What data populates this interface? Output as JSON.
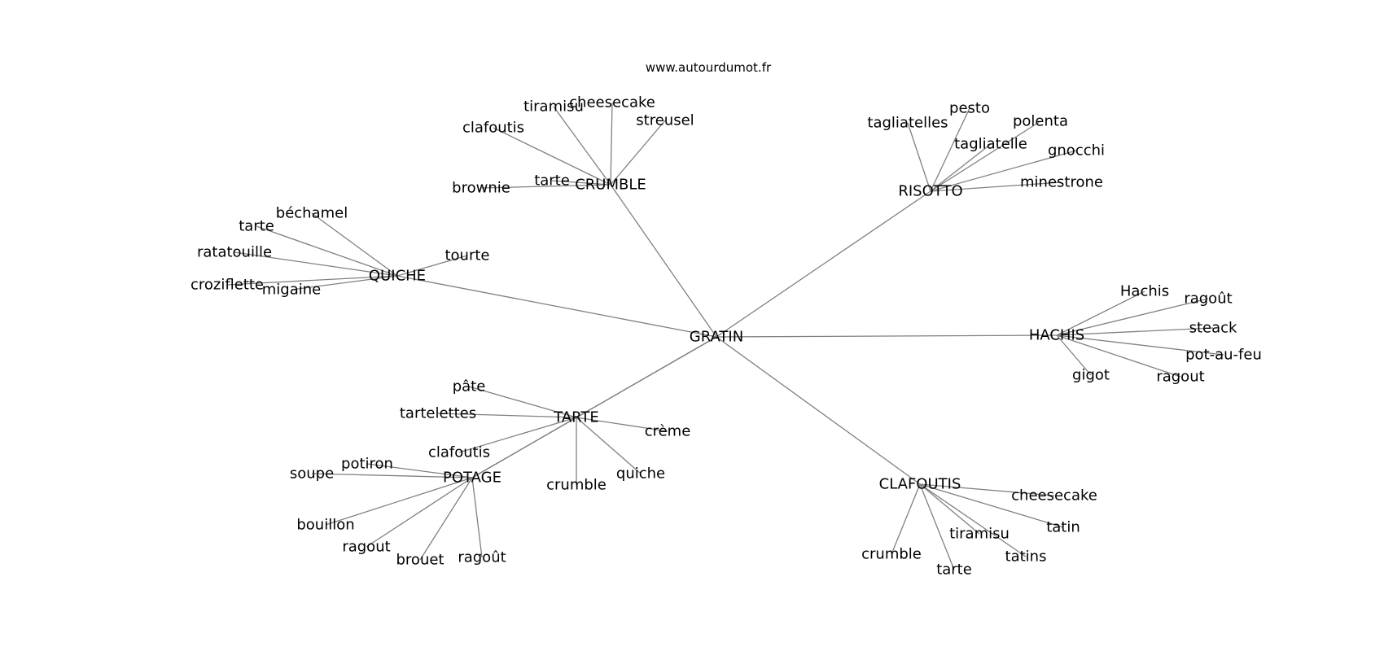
{
  "source": "www.autourdumot.fr",
  "graph": {
    "center": "GRATIN",
    "hubs": [
      {
        "label": "CRUMBLE",
        "words": [
          "tiramisu",
          "cheesecake",
          "clafoutis",
          "streusel",
          "brownie",
          "tarte"
        ]
      },
      {
        "label": "RISOTTO",
        "words": [
          "tagliatelles",
          "pesto",
          "polenta",
          "tagliatelle",
          "gnocchi",
          "minestrone"
        ]
      },
      {
        "label": "QUICHE",
        "words": [
          "béchamel",
          "tarte",
          "ratatouille",
          "tourte",
          "croziflette",
          "migaine"
        ]
      },
      {
        "label": "HACHIS",
        "words": [
          "Hachis",
          "ragoût",
          "steack",
          "pot-au-feu",
          "gigot",
          "ragout"
        ]
      },
      {
        "label": "TARTE",
        "words": [
          "pâte",
          "tartelettes",
          "crème",
          "clafoutis",
          "crumble",
          "quiche",
          "POTAGE"
        ]
      },
      {
        "label": "POTAGE",
        "words": [
          "potiron",
          "soupe",
          "bouillon",
          "ragout",
          "brouet",
          "ragoût"
        ]
      },
      {
        "label": "CLAFOUTIS",
        "words": [
          "cheesecake",
          "tatin",
          "tiramisu",
          "tatins",
          "crumble",
          "tarte"
        ]
      }
    ]
  }
}
